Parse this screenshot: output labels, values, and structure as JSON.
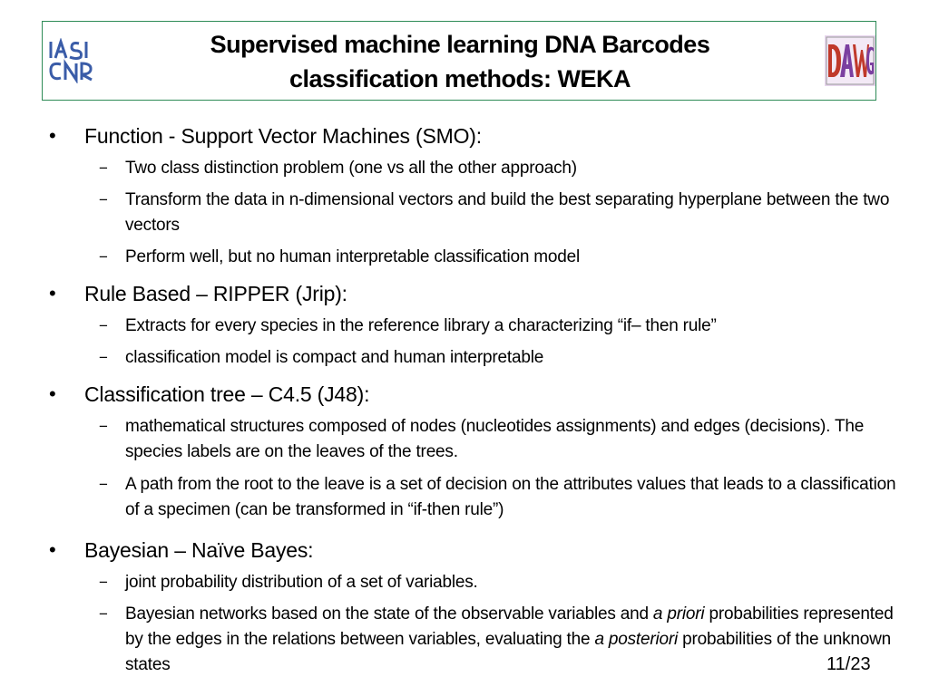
{
  "slide": {
    "title_line1": "Supervised machine learning DNA Barcodes",
    "title_line2": "classification methods: WEKA",
    "logo_left_label": "IASI CNR",
    "logo_right_label": "DAWG",
    "bullet_symbol": "•",
    "dash_symbol": "−",
    "page_number": "11/23"
  },
  "sections": [
    {
      "heading": "Function - Support Vector Machines (SMO):",
      "items": [
        "Two class distinction problem (one vs all the other approach)",
        "Transform the data in n-dimensional vectors and build the best separating hyperplane between the two vectors",
        "Perform well, but no human interpretable classification model"
      ]
    },
    {
      "heading": "Rule Based – RIPPER (Jrip):",
      "items": [
        "Extracts for every species in the reference library a characterizing “if– then rule”",
        "classification model is compact and human interpretable"
      ]
    },
    {
      "heading": "Classification tree – C4.5 (J48):",
      "items": [
        "mathematical structures composed of nodes (nucleotides assignments) and edges (decisions). The species labels are on the leaves of the trees.",
        "A path from the root to the leave is a set of decision on the attributes values that leads to a classification of a specimen (can be transformed in “if-then rule”)"
      ]
    },
    {
      "heading": "Bayesian – Naïve Bayes:",
      "items": [
        "joint probability distribution of a set of variables.",
        {
          "p1": "Bayesian networks based on the state of the observable variables and ",
          "em1": "a priori",
          "p2": " probabilities represented by the edges in the relations between variables, evaluating the ",
          "em2": "a posteriori",
          "p3": " probabilities of the unknown states"
        }
      ]
    }
  ],
  "colors": {
    "header_border": "#2e8b57",
    "logo_left_blue": "#3a5ca8",
    "logo_right_red": "#c0392b",
    "logo_right_purple": "#7b3fa0"
  }
}
